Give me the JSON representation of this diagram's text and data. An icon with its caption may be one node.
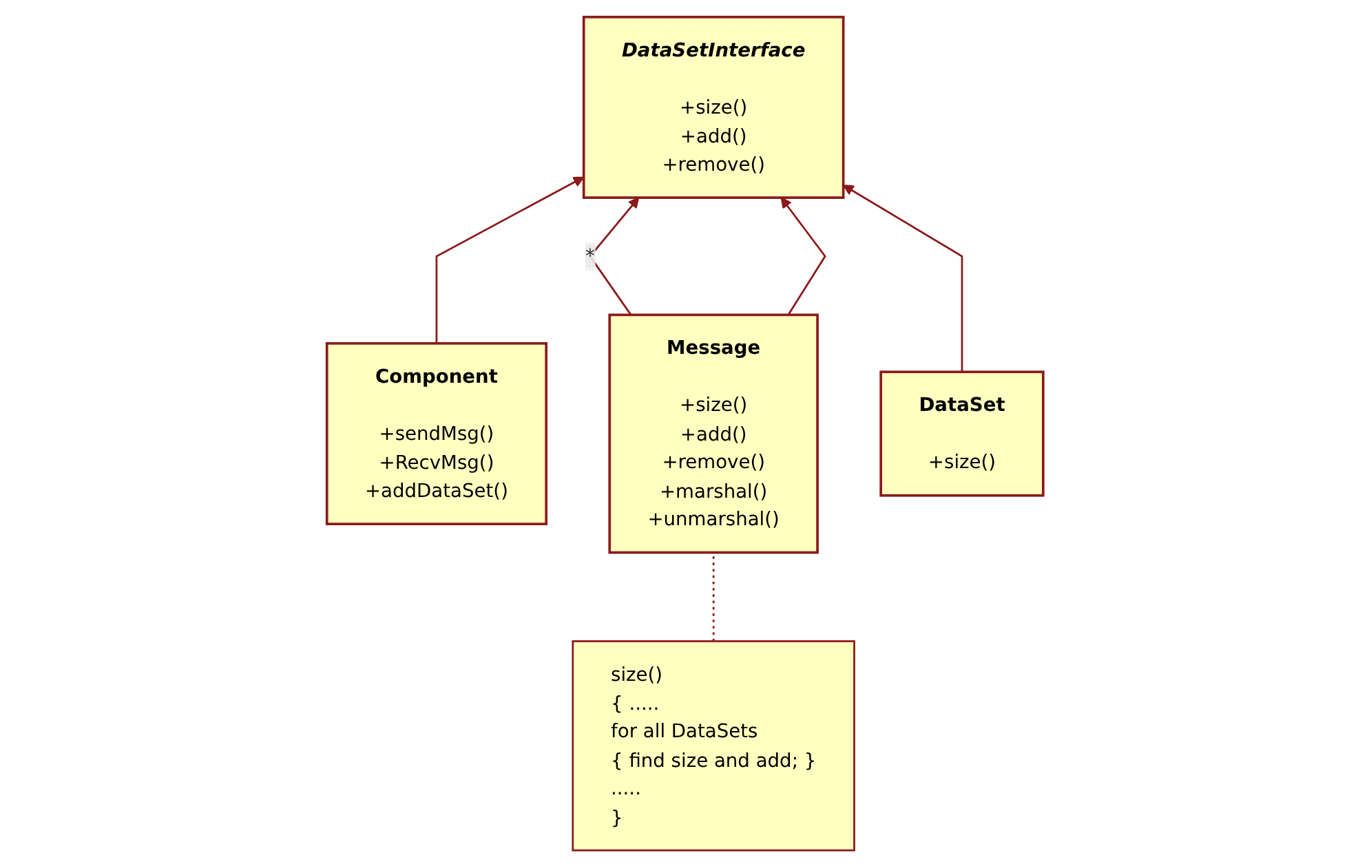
{
  "diagram": {
    "nodes": [
      {
        "text": [
          "Component",
          "+sendMsg()",
          "+RecvMsg()",
          "+addDataSet()"
        ]
      },
      {
        "text": [
          "DataSetInterface",
          "+size()",
          "+add()",
          "+remove()"
        ]
      },
      {
        "text": [
          "size()",
          "{ .....",
          "for all DataSets",
          "{ find size and add; }",
          ".....",
          "}"
        ]
      },
      {
        "text": [
          "Message",
          "+size()",
          "+add()",
          "+remove()",
          "+marshal()",
          "+unmarshal()"
        ]
      },
      {
        "text": [
          "DataSet",
          "+size()"
        ]
      }
    ],
    "edges": [
      {
        "from": 0,
        "to": 1,
        "arrow": "to"
      },
      {
        "from": 3,
        "to": 1,
        "arrow": "to",
        "label": "*"
      },
      {
        "from": 3,
        "to": 1,
        "arrow": "to"
      },
      {
        "from": 4,
        "to": 1,
        "arrow": "to"
      },
      {
        "from": 2,
        "to": 3,
        "arrow": "none",
        "style": "dashed"
      }
    ]
  }
}
